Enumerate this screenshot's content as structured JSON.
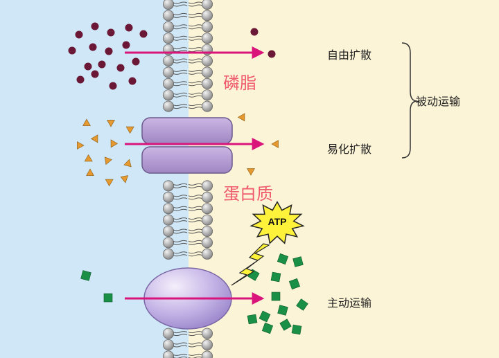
{
  "labels": {
    "phospholipid": "磷脂",
    "protein": "蛋白质",
    "free_diffusion": "自由扩散",
    "facilitated_diffusion": "易化扩散",
    "passive_transport": "被动运输",
    "active_transport": "主动运输",
    "atp": "ATP"
  },
  "colors": {
    "outside": "#cfe7f6",
    "inside": "#fcf4d6",
    "arrow": "#d9147b",
    "lipid_head": "#a9a9a9",
    "channel_protein": "#b59cd2",
    "carrier_protein": "#c2b1e3",
    "dot_molecule": "#6b1736",
    "triangle_molecule": "#e6992e",
    "square_molecule": "#1a8f46",
    "atp_burst": "#fff23a",
    "label_red": "#ef5a6e"
  }
}
